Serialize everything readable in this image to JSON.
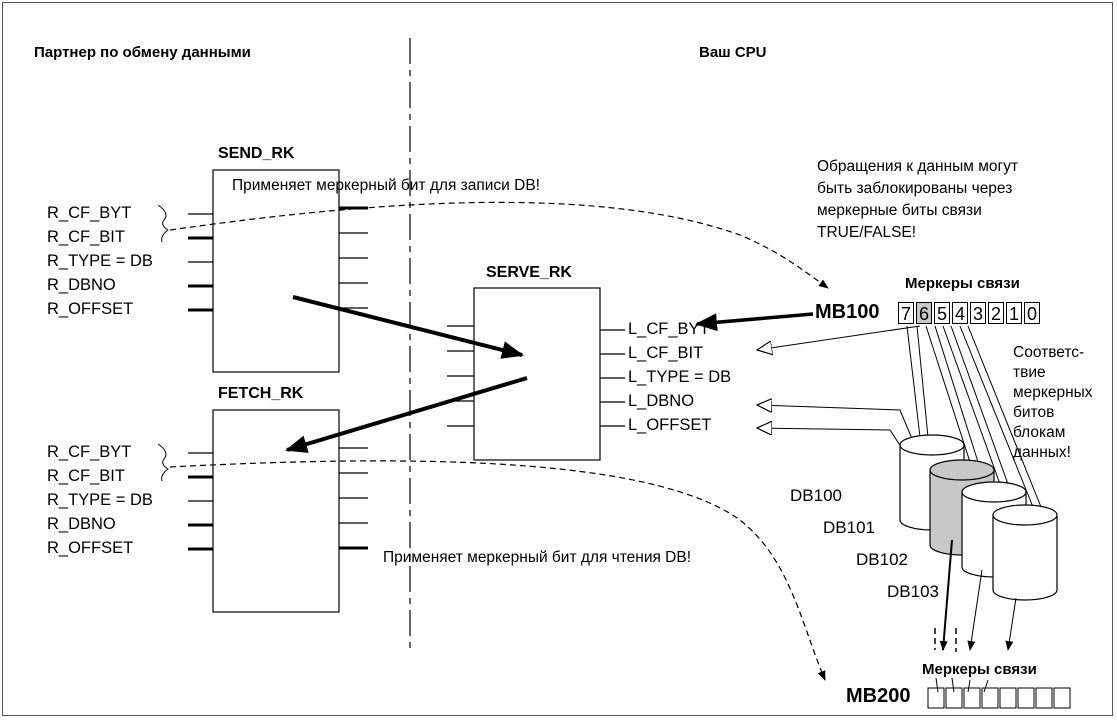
{
  "headers": {
    "left": "Партнер по обмену данными",
    "right": "Ваш CPU"
  },
  "blocks": {
    "send": {
      "title": "SEND_RK",
      "pins": [
        "R_CF_BYT",
        "R_CF_BIT",
        "R_TYPE = DB",
        "R_DBNO",
        "R_OFFSET"
      ]
    },
    "fetch": {
      "title": "FETCH_RK",
      "pins": [
        "R_CF_BYT",
        "R_CF_BIT",
        "R_TYPE = DB",
        "R_DBNO",
        "R_OFFSET"
      ]
    },
    "serve": {
      "title": "SERVE_RK",
      "pins": [
        "L_CF_BYT",
        "L_CF_BIT",
        "L_TYPE = DB",
        "L_DBNO",
        "L_OFFSET"
      ]
    }
  },
  "notes": {
    "write_flag": "Применяет меркерный бит для записи DB!",
    "read_flag": "Применяет меркерный бит для чтения DB!",
    "blocking": [
      "Обращения к данным могут",
      "быть заблокированы через",
      "меркерные биты связи",
      "TRUE/FALSE!"
    ],
    "mapping": [
      "Соответс-",
      "твие",
      "меркерных",
      "битов",
      "блокам",
      "данных!"
    ]
  },
  "markers": {
    "label_top": "Меркеры связи",
    "label_bottom": "Меркеры связи",
    "mb100": "MB100",
    "mb200": "MB200",
    "bits": [
      "7",
      "6",
      "5",
      "4",
      "3",
      "2",
      "1",
      "0"
    ]
  },
  "data_blocks": [
    "DB100",
    "DB101",
    "DB102",
    "DB103"
  ],
  "colors": {
    "line": "#000000",
    "highlight": "#c8c8c8"
  }
}
